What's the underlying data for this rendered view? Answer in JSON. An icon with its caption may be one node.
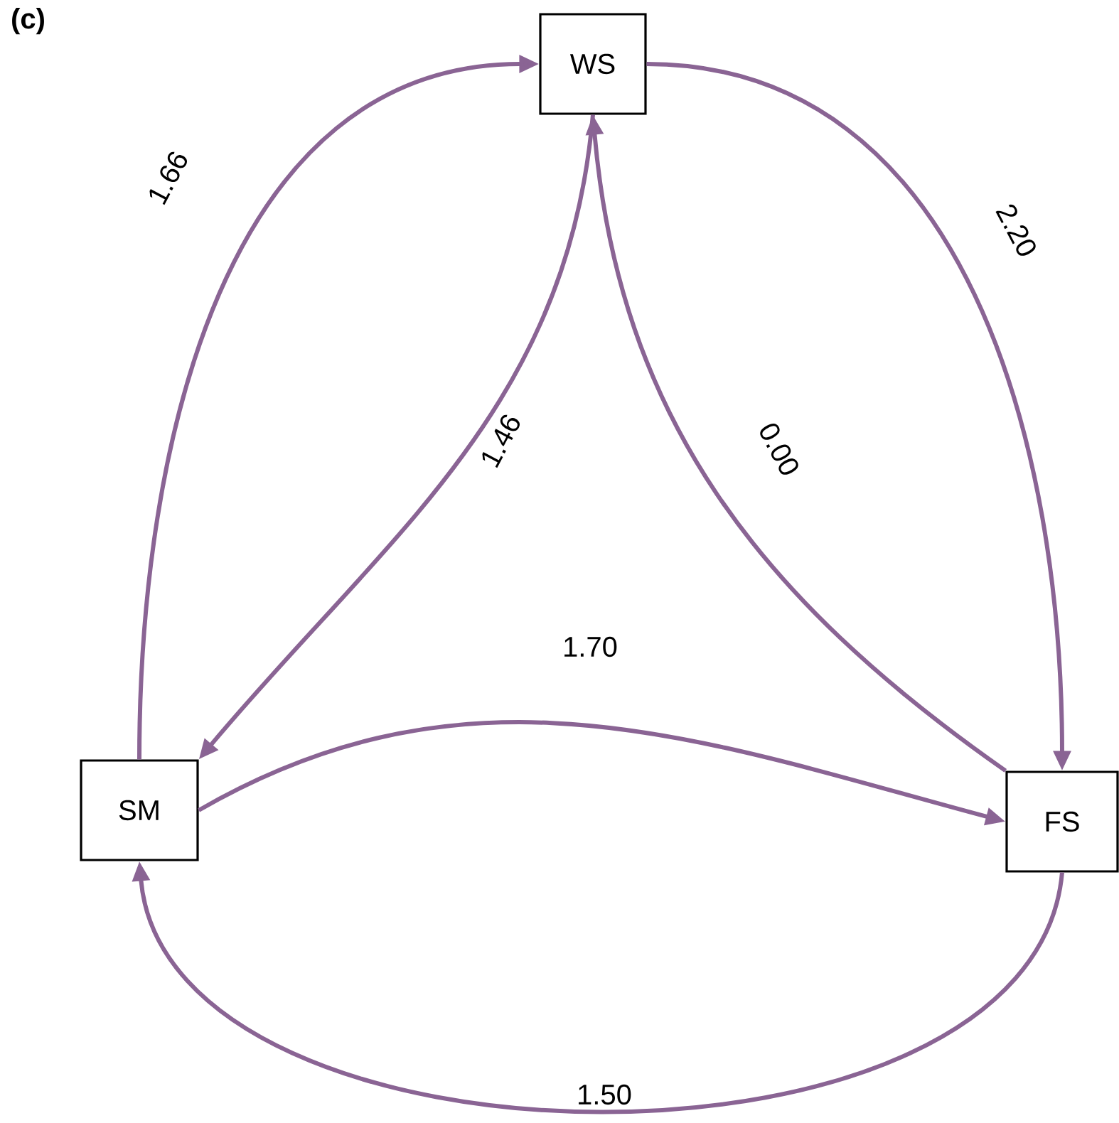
{
  "diagram": {
    "nodes": [
      {
        "text": [
          "WS"
        ]
      },
      {
        "text": [
          "SM"
        ]
      },
      {
        "text": [
          "FS"
        ]
      }
    ],
    "edges": [
      {
        "from": 1,
        "to": 0,
        "arrow": "to",
        "label": "1.66"
      },
      {
        "from": 0,
        "to": 2,
        "arrow": "to",
        "label": "2.20"
      },
      {
        "from": 0,
        "to": 1,
        "arrow": "to",
        "label": "1.46"
      },
      {
        "from": 2,
        "to": 0,
        "arrow": "to",
        "label": "0.00"
      },
      {
        "from": 1,
        "to": 2,
        "arrow": "to",
        "label": "1.70"
      },
      {
        "from": 2,
        "to": 1,
        "arrow": "to",
        "label": "1.50"
      }
    ],
    "labels": [
      "(c)"
    ]
  }
}
